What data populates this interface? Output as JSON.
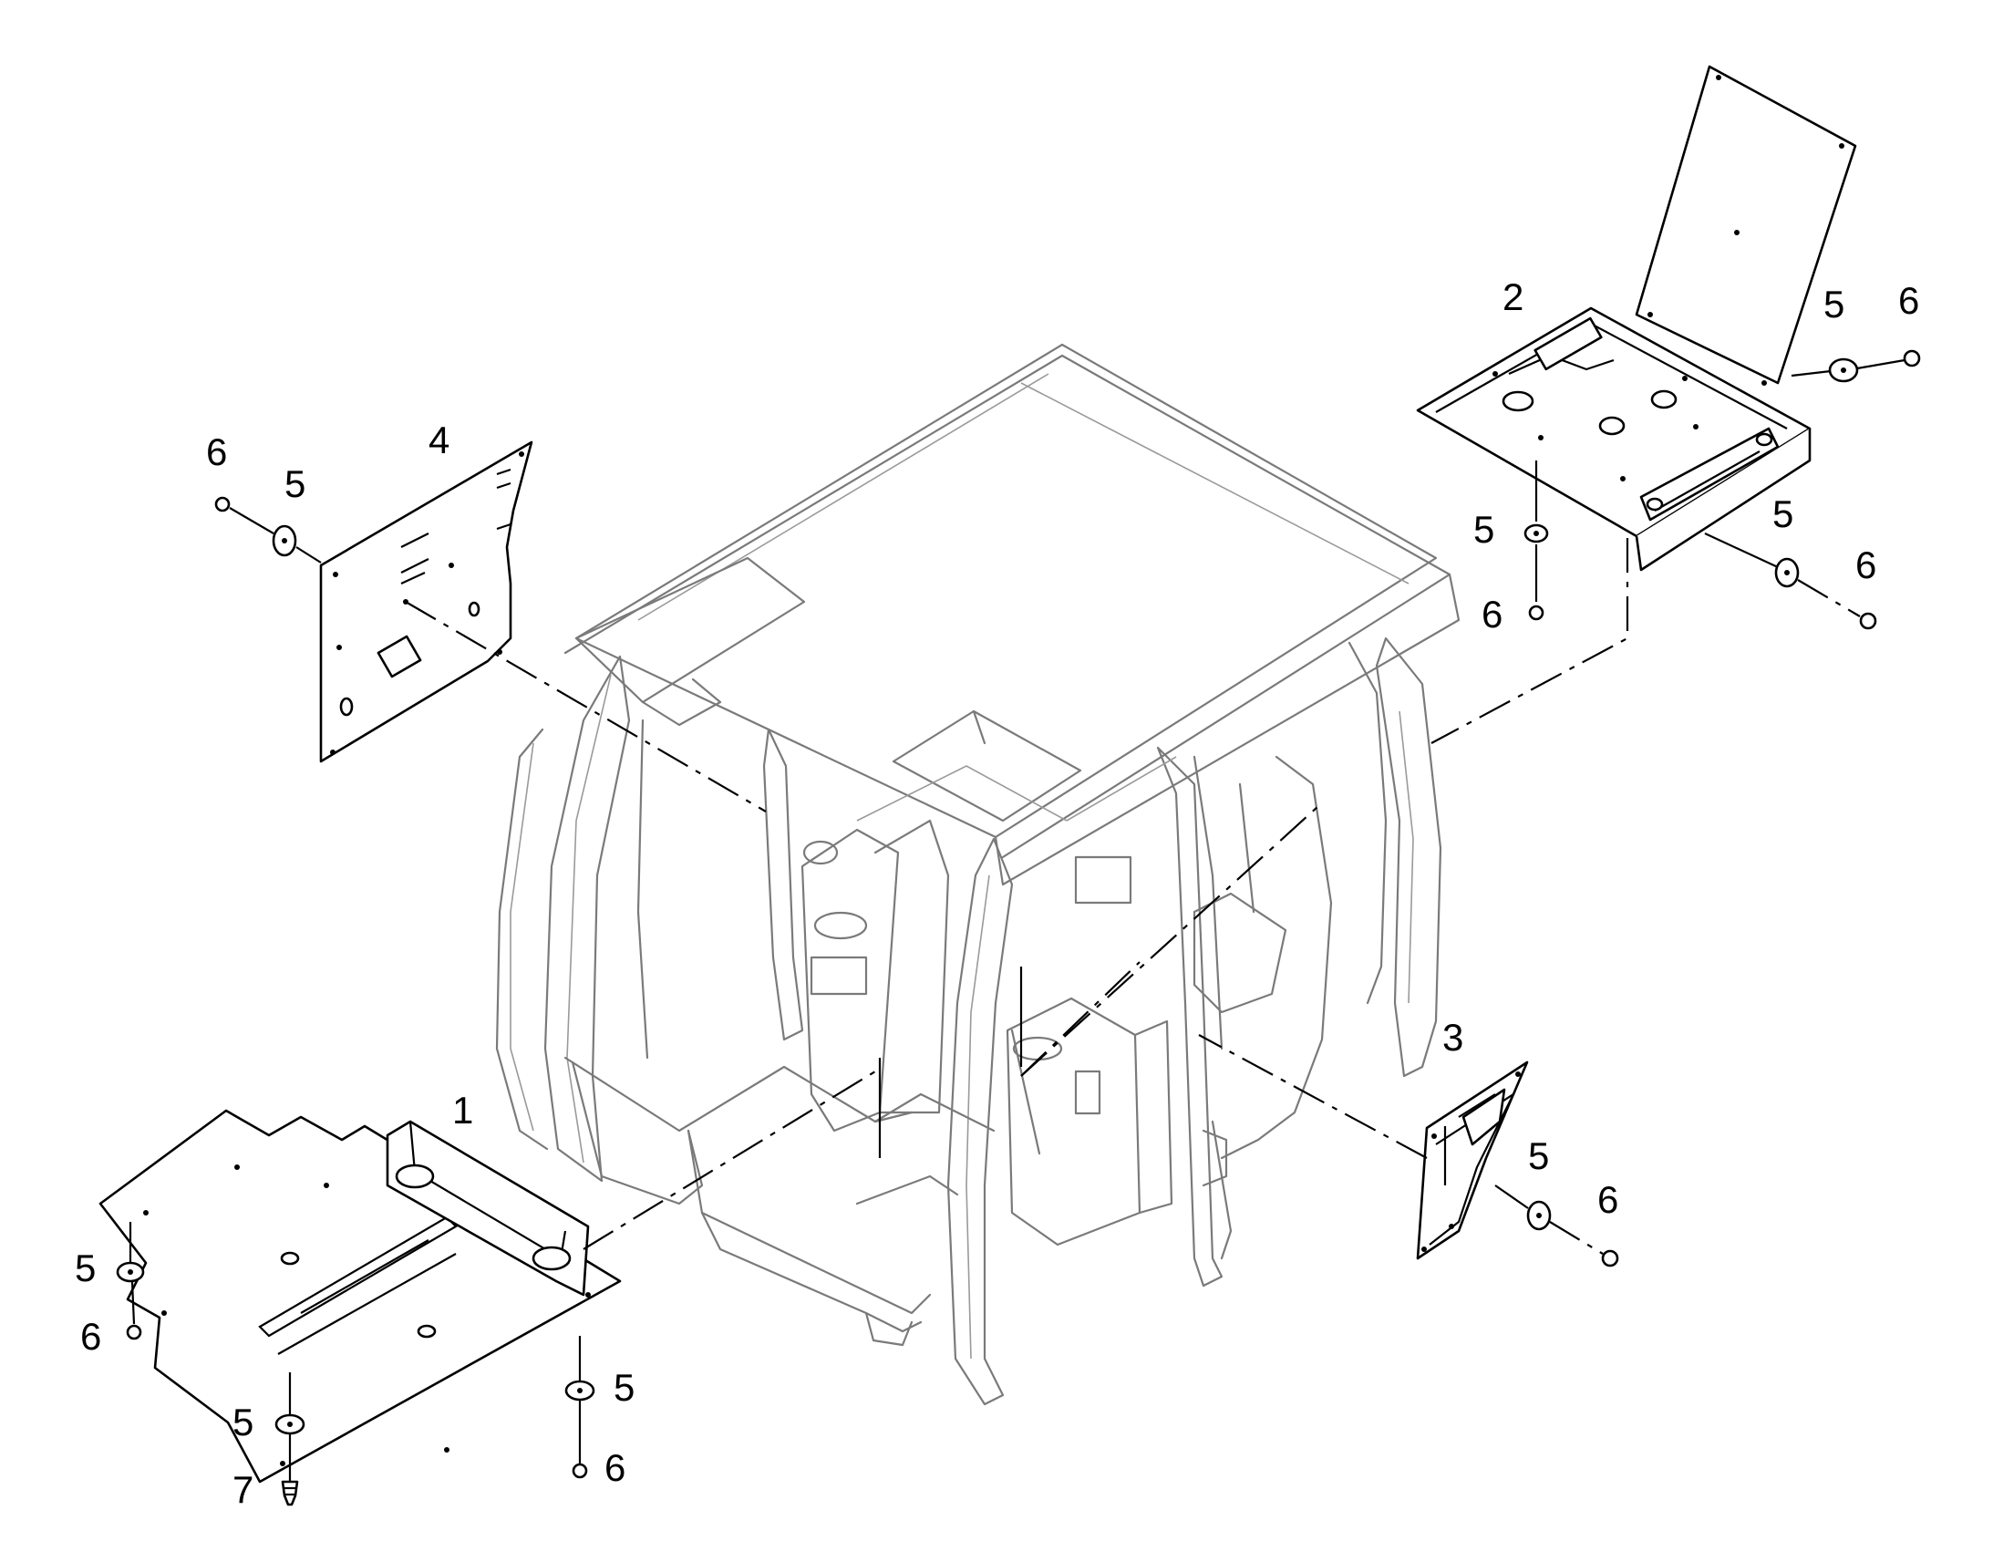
{
  "callouts": {
    "p1": "1",
    "p2": "2",
    "p3": "3",
    "p4": "4",
    "p5": "5",
    "p6": "6",
    "p7": "7"
  },
  "colors": {
    "part_stroke": "#000000",
    "cab_stroke": "#7a7a7a",
    "background": "#ffffff"
  }
}
